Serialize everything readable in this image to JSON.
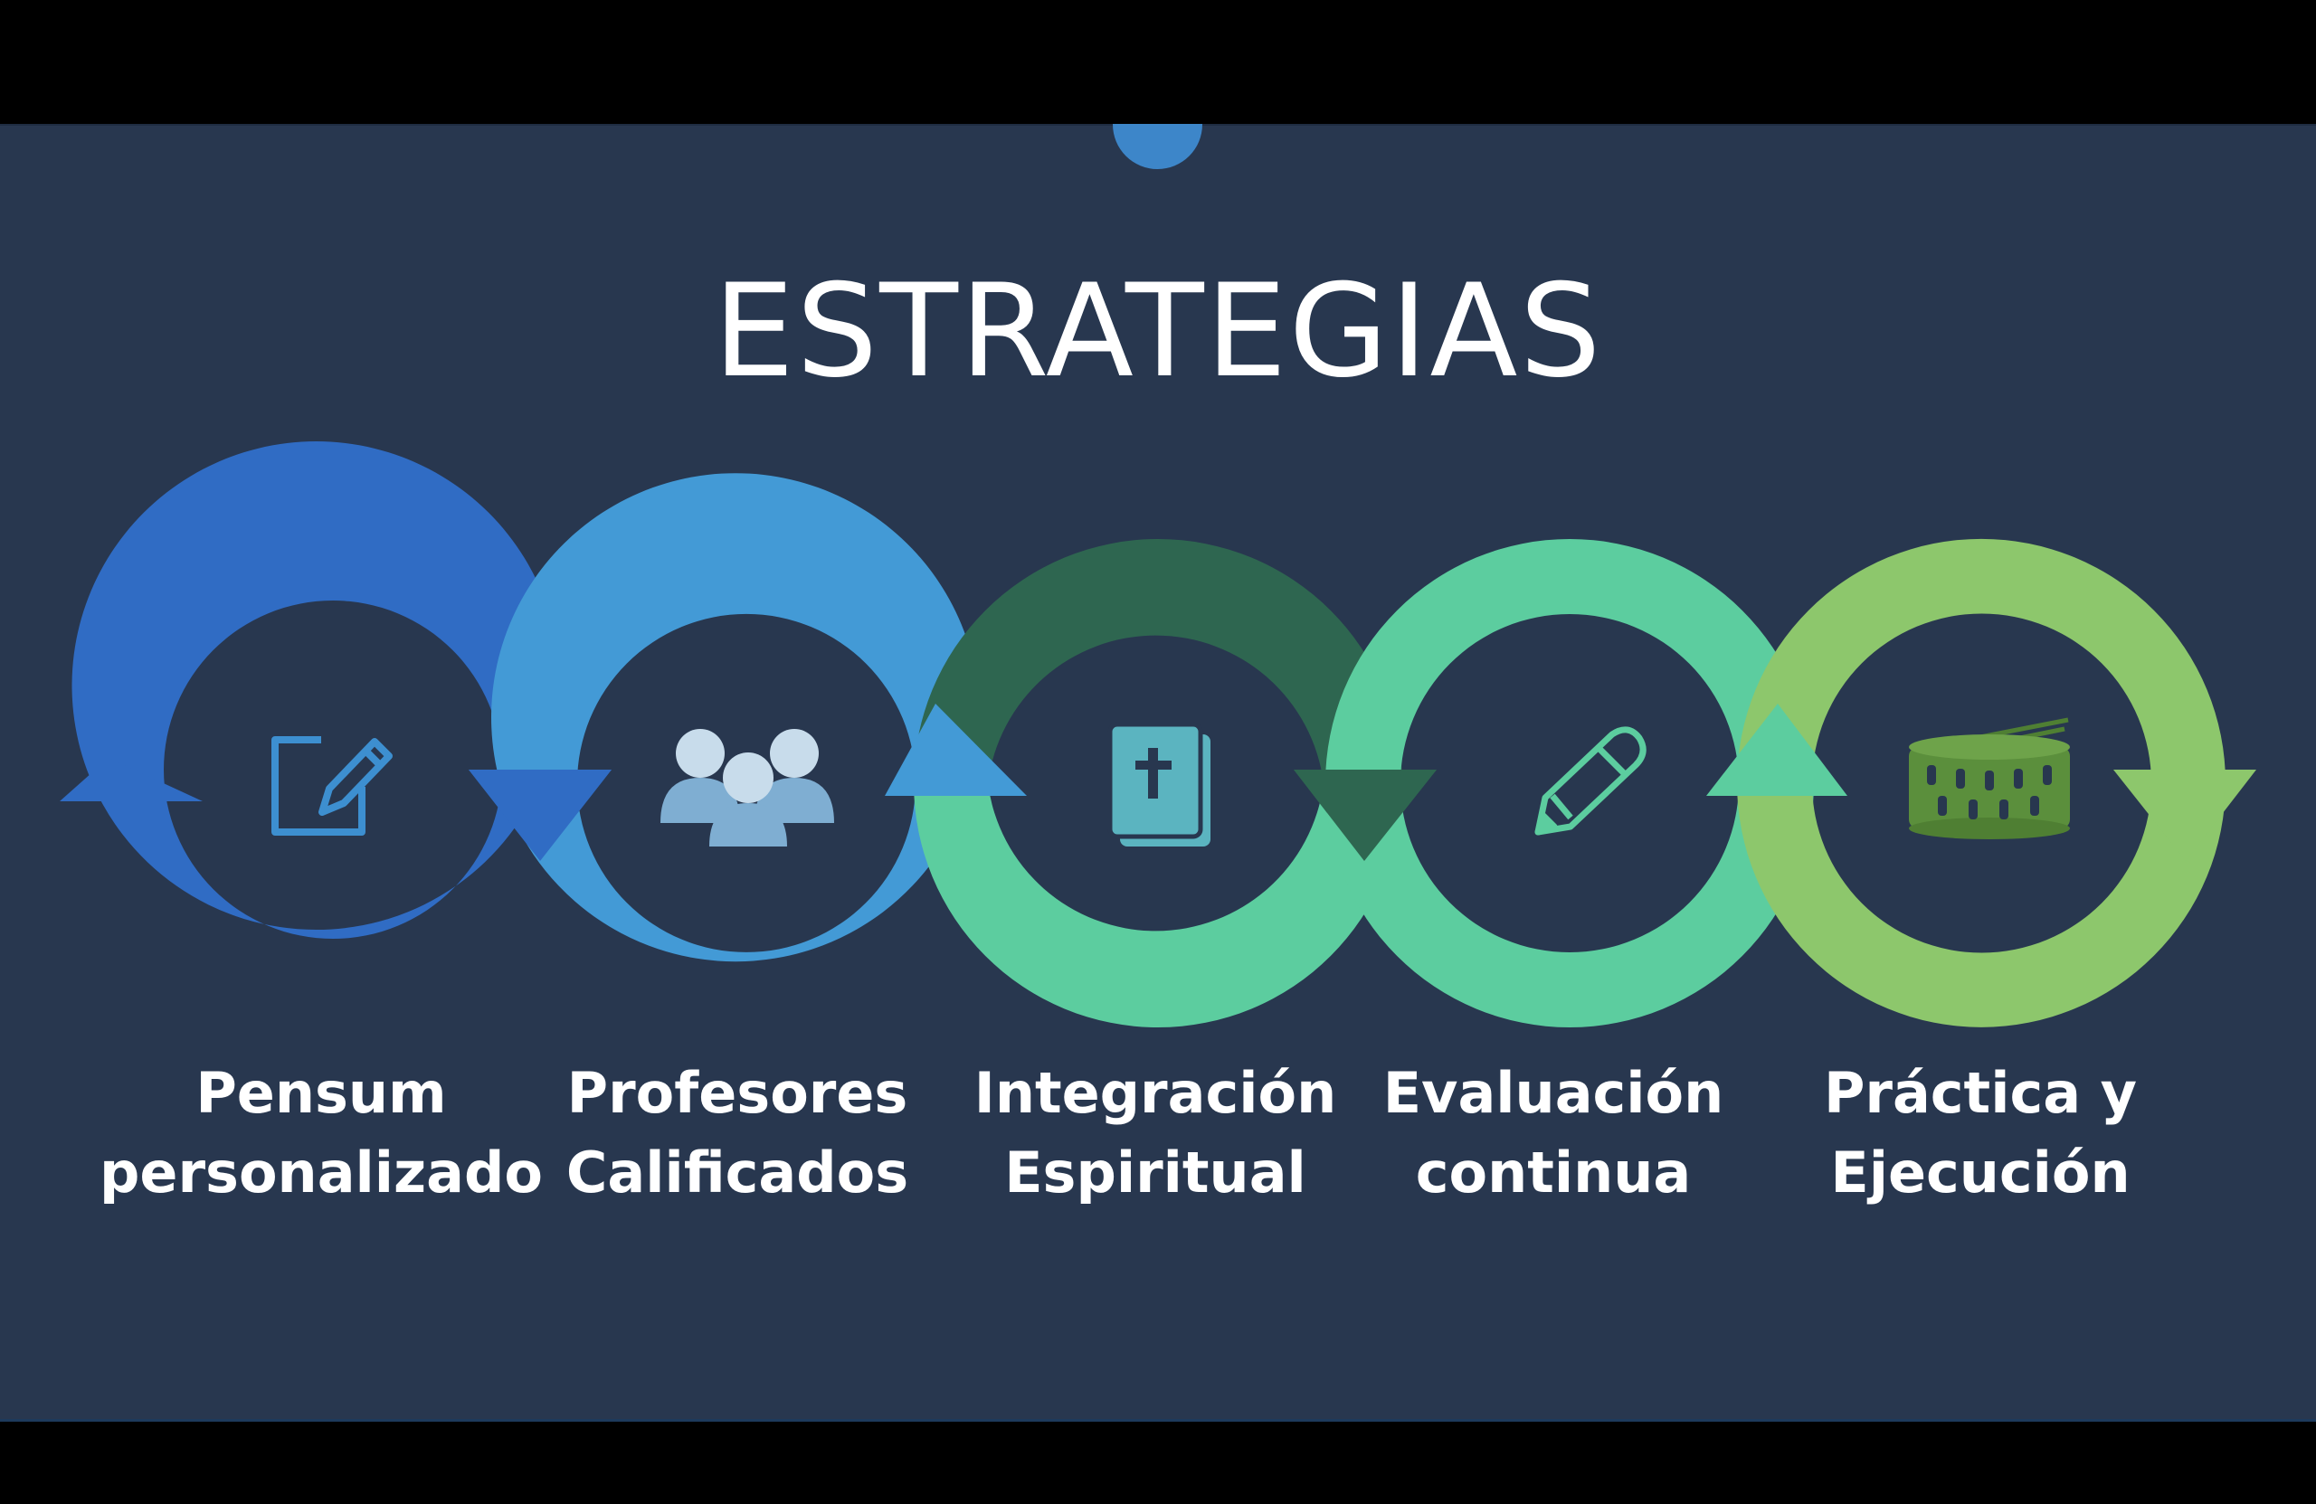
{
  "slide": {
    "title": "ESTRATEGIAS",
    "background_color": "#28374f"
  },
  "steps": [
    {
      "line1": "Pensum",
      "line2": "personalizado",
      "ring_color": "#306cc4",
      "icon": "edit-note-icon",
      "icon_color": "#3d8fd0"
    },
    {
      "line1": "Profesores",
      "line2": "Calificados",
      "ring_color": "#439ad6",
      "icon": "group-people-icon",
      "icon_color": "#7faed2"
    },
    {
      "line1": "Integración",
      "line2": "Espiritual",
      "ring_color_top": "#2e6650",
      "ring_color_bottom": "#5ccd9f",
      "icon": "bible-icon",
      "icon_color": "#5bb4c0"
    },
    {
      "line1": "Evaluación",
      "line2": "continua",
      "ring_color": "#5ccd9f",
      "icon": "pencil-icon",
      "icon_color": "#5ccd9f"
    },
    {
      "line1": "Práctica y",
      "line2": "Ejecución",
      "ring_color": "#8dc76c",
      "icon": "snare-drum-icon",
      "icon_color": "#5b8f3c"
    }
  ]
}
